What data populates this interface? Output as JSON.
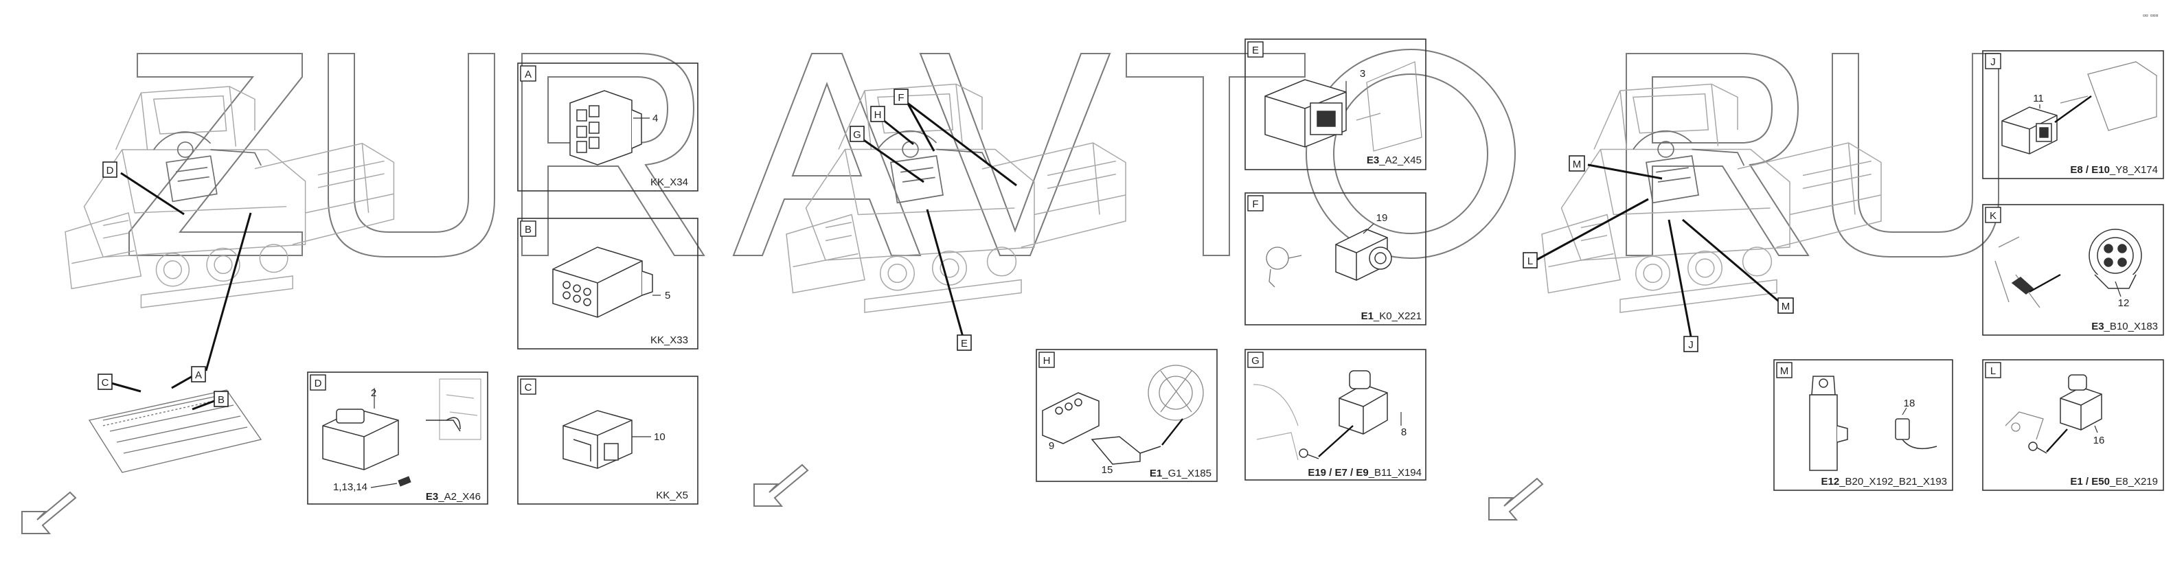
{
  "watermark": {
    "letters": [
      "Z",
      "U",
      "R",
      "A",
      "V",
      "T",
      "O",
      "R",
      "U"
    ]
  },
  "corner_mark": "▫▫ ▫▫▫",
  "callout_labels": {
    "left_D": "D",
    "left_C": "C",
    "left_A": "A",
    "left_B": "B",
    "mid_F": "F",
    "mid_H": "H",
    "mid_G": "G",
    "mid_E": "E",
    "right_M_top": "M",
    "right_L": "L",
    "right_M_bottom": "M",
    "right_J": "J"
  },
  "panels": {
    "A": {
      "letter": "A",
      "num": "4",
      "code": "KK_X34"
    },
    "B": {
      "letter": "B",
      "num": "5",
      "code": "KK_X33"
    },
    "C": {
      "letter": "C",
      "num": "10",
      "code": "KK_X5"
    },
    "D": {
      "letter": "D",
      "num_top": "2",
      "num_bottom": "1,13,14",
      "code_bold": "E3",
      "code_rest": "_A2_X46"
    },
    "E": {
      "letter": "E",
      "num": "3",
      "code_bold": "E3",
      "code_rest": "_A2_X45"
    },
    "F": {
      "letter": "F",
      "num": "19",
      "code_bold": "E1",
      "code_rest": "_K0_X221"
    },
    "G": {
      "letter": "G",
      "num": "8",
      "code_bold": "E19 / E7 / E9",
      "code_rest": "_B11_X194"
    },
    "H": {
      "letter": "H",
      "num_a": "9",
      "num_b": "15",
      "code_bold": "E1",
      "code_rest": "_G1_X185"
    },
    "J": {
      "letter": "J",
      "num": "11",
      "code_bold": "E8 / E10",
      "code_rest": "_Y8_X174"
    },
    "K": {
      "letter": "K",
      "num": "12",
      "code_bold": "E3",
      "code_rest": "_B10_X183"
    },
    "M": {
      "letter": "M",
      "num": "18",
      "code_bold": "E12",
      "code_rest": "_B20_X192_B21_X193"
    },
    "L": {
      "letter": "L",
      "num": "16",
      "code_bold": "E1 / E50",
      "code_rest": "_E8_X219"
    }
  },
  "icons": {
    "direction_arrow": "north-arrow-icon",
    "paver": "asphalt-paver-icon",
    "connector": "connector-plug-icon"
  },
  "colors": {
    "line": "#222222",
    "sketch": "#9a9a9a",
    "watermark": "#7a7a7a",
    "background": "#ffffff"
  }
}
